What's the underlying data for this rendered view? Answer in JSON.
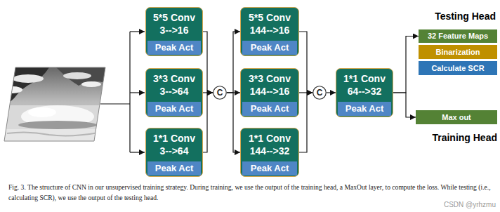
{
  "diagram": {
    "caption": "Fig. 3. The structure of CNN in our unsupervised training strategy. During training, we use the output of the training head, a MaxOut layer, to compute the loss. While testing (i.e., calculating SCR), we use the output of the testing head.",
    "nodes": [
      {
        "text": [
          "5*5 Conv",
          "3-->16"
        ]
      },
      {
        "text": [
          "Peak Act"
        ],
        "in": 0
      },
      {
        "text": [
          "3*3 Conv",
          "3-->64"
        ]
      },
      {
        "text": [
          "Peak Act"
        ],
        "in": 2
      },
      {
        "text": [
          "1*1 Conv",
          "3-->64"
        ]
      },
      {
        "text": [
          "Peak Act"
        ],
        "in": 4
      },
      {
        "text": [
          "C"
        ]
      },
      {
        "text": [
          "5*5 Conv",
          "144-->16"
        ]
      },
      {
        "text": [
          "Peak Act"
        ],
        "in": 7
      },
      {
        "text": [
          "3*3 Conv",
          "144-->16"
        ]
      },
      {
        "text": [
          "Peak Act"
        ],
        "in": 9
      },
      {
        "text": [
          "1*1 Conv",
          "144-->32"
        ]
      },
      {
        "text": [
          "Peak Act"
        ],
        "in": 11
      },
      {
        "text": [
          "C"
        ]
      },
      {
        "text": [
          "1*1 Conv",
          "64-->32"
        ]
      },
      {
        "text": [
          "Peak Act"
        ],
        "in": 14
      },
      {
        "text": [
          "32 Feature Maps"
        ]
      },
      {
        "text": [
          "Binarization"
        ]
      },
      {
        "text": [
          "Calculate SCR"
        ]
      },
      {
        "text": [
          "Max out"
        ]
      }
    ],
    "edges": [
      {
        "from": 0,
        "to": 6,
        "arrow": "to"
      },
      {
        "from": 2,
        "to": 6,
        "arrow": "to"
      },
      {
        "from": 4,
        "to": 6,
        "arrow": "to"
      },
      {
        "from": 6,
        "to": 7,
        "arrow": "to"
      },
      {
        "from": 6,
        "to": 9,
        "arrow": "to"
      },
      {
        "from": 6,
        "to": 11,
        "arrow": "to"
      },
      {
        "from": 7,
        "to": 13,
        "arrow": "to"
      },
      {
        "from": 9,
        "to": 13,
        "arrow": "to"
      },
      {
        "from": 11,
        "to": 13,
        "arrow": "to"
      },
      {
        "from": 13,
        "to": 14,
        "arrow": "to"
      },
      {
        "from": 14,
        "to": 16,
        "arrow": "to"
      },
      {
        "from": 14,
        "to": 19,
        "arrow": "to"
      }
    ],
    "labels": [
      "Testing Head",
      "Training Head",
      "CSDN @yrhzmu"
    ]
  }
}
